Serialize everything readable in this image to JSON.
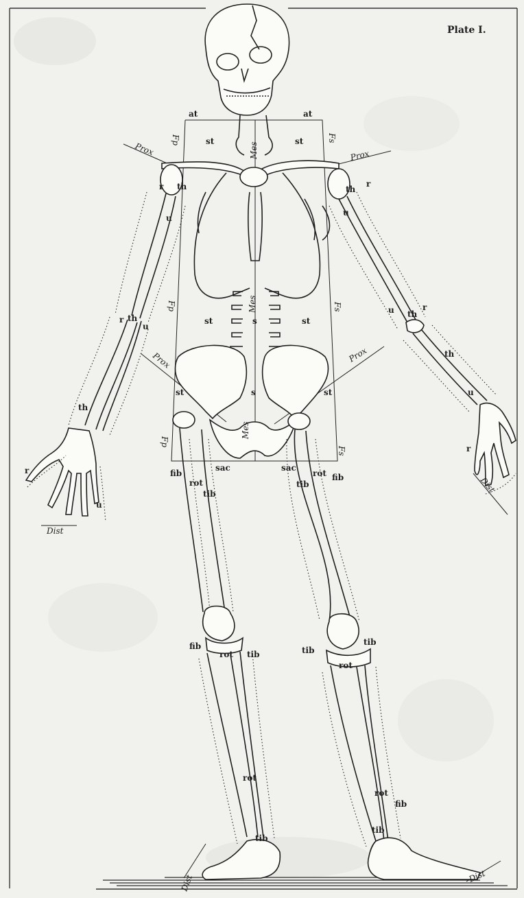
{
  "plate": {
    "title": "Plate I.",
    "labels": {
      "at": "at",
      "st": "st",
      "mes": "Mes",
      "fp": "Fp",
      "fs": "Fs",
      "prox": "Prox",
      "dist": "Dist",
      "th": "th",
      "r": "r",
      "u": "u",
      "fib": "fib",
      "tib": "tib",
      "rot": "rot",
      "sac": "sac",
      "s": "s"
    }
  }
}
